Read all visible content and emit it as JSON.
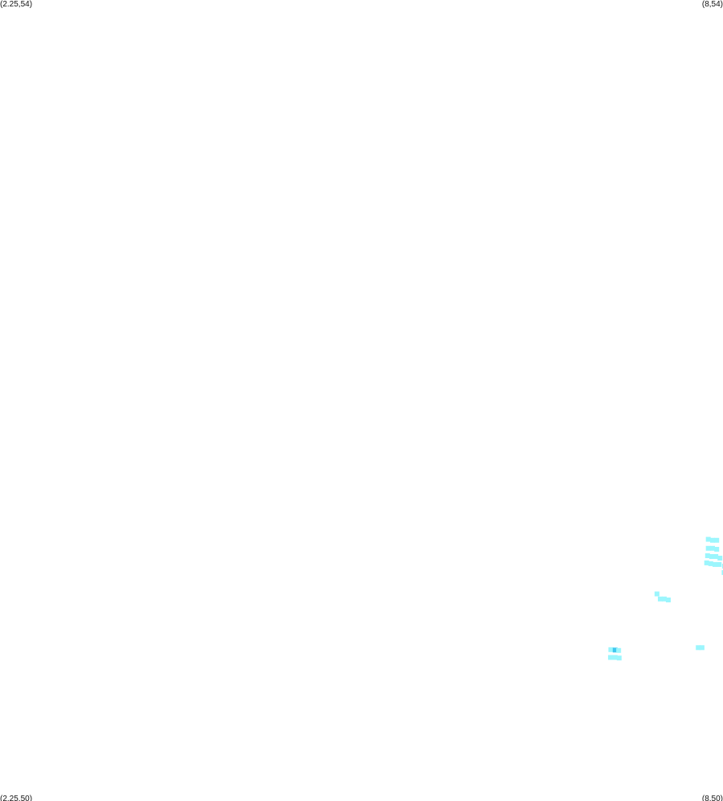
{
  "corners": {
    "top_left": "(2.25,54)",
    "top_right": "(8,54)",
    "bottom_left": "(2.25,50)",
    "bottom_right": "(8,50)"
  },
  "extent": {
    "x_min": 2.25,
    "x_max": 8,
    "y_min": 50,
    "y_max": 54
  },
  "colors": {
    "background": "#ffffff",
    "cell_light": "#9cf6fd",
    "cell_dark": "#40c8f0"
  },
  "chart_data": {
    "type": "heatmap",
    "points": [
      [
        7.108,
        50.756,
        1
      ],
      [
        7.142,
        50.754,
        2
      ],
      [
        7.17,
        50.752,
        1
      ],
      [
        7.105,
        50.717,
        1
      ],
      [
        7.142,
        50.717,
        1
      ],
      [
        7.174,
        50.714,
        1
      ],
      [
        7.475,
        51.034,
        1
      ],
      [
        7.501,
        51.009,
        1
      ],
      [
        7.533,
        51.009,
        1
      ],
      [
        7.565,
        51.004,
        1
      ],
      [
        7.803,
        50.766,
        1
      ],
      [
        7.833,
        50.766,
        1
      ],
      [
        7.883,
        51.307,
        1
      ],
      [
        7.917,
        51.302,
        1
      ],
      [
        7.95,
        51.302,
        1
      ],
      [
        7.883,
        51.262,
        1
      ],
      [
        7.917,
        51.262,
        1
      ],
      [
        7.95,
        51.257,
        1
      ],
      [
        7.877,
        51.225,
        1
      ],
      [
        7.91,
        51.221,
        1
      ],
      [
        7.943,
        51.221,
        1
      ],
      [
        7.976,
        51.213,
        1
      ],
      [
        7.87,
        51.189,
        1
      ],
      [
        7.903,
        51.185,
        1
      ],
      [
        7.936,
        51.181,
        1
      ],
      [
        7.969,
        51.181,
        1
      ],
      [
        8.012,
        51.173,
        1
      ],
      [
        8.047,
        51.173,
        1
      ],
      [
        8.009,
        51.141,
        1
      ],
      [
        8.044,
        51.137,
        1
      ],
      [
        8.037,
        51.101,
        1
      ]
    ]
  }
}
